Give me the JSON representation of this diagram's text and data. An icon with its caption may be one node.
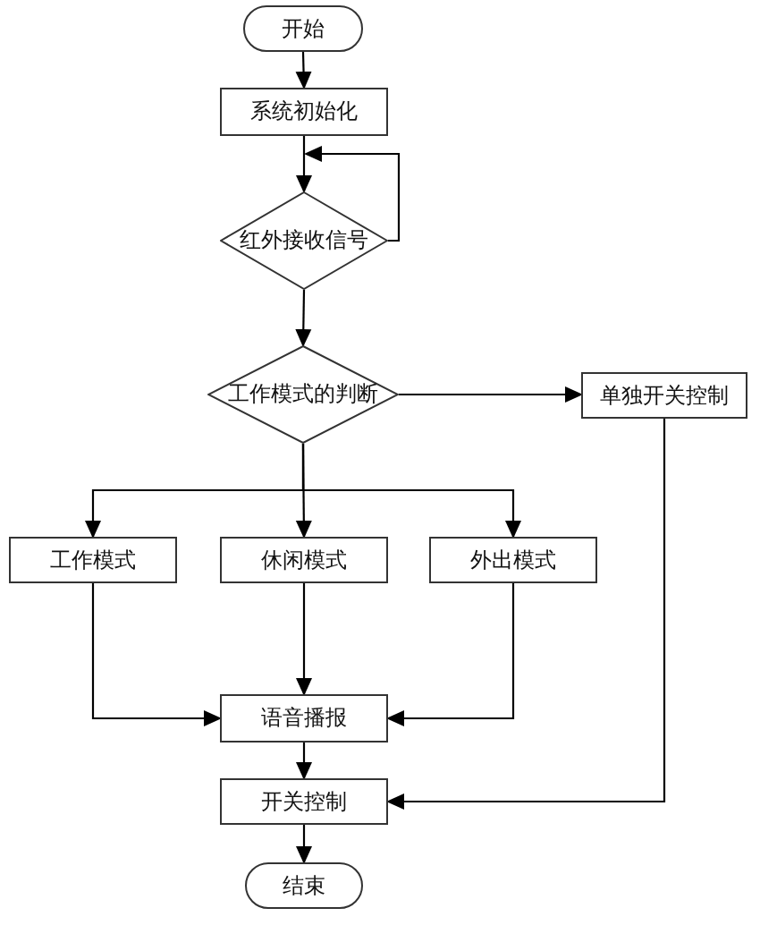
{
  "diagram": {
    "nodes": [
      {
        "text": [
          "开始"
        ]
      },
      {
        "text": [
          "系统初始化"
        ]
      },
      {
        "text": [
          "红外接收信号"
        ]
      },
      {
        "text": [
          "工作模式的判断"
        ]
      },
      {
        "text": [
          "单独开关控制"
        ]
      },
      {
        "text": [
          "工作模式"
        ]
      },
      {
        "text": [
          "休闲模式"
        ]
      },
      {
        "text": [
          "外出模式"
        ]
      },
      {
        "text": [
          "语音播报"
        ]
      },
      {
        "text": [
          "开关控制"
        ]
      },
      {
        "text": [
          "结束"
        ]
      }
    ],
    "edges": [
      {
        "from": 0,
        "to": 1,
        "arrow": "to"
      },
      {
        "from": 1,
        "to": 2,
        "arrow": "to"
      },
      {
        "from": 2,
        "to": 2,
        "arrow": "to"
      },
      {
        "from": 2,
        "to": 3,
        "arrow": "to"
      },
      {
        "from": 3,
        "to": 4,
        "arrow": "to"
      },
      {
        "from": 3,
        "to": 5,
        "arrow": "to"
      },
      {
        "from": 3,
        "to": 6,
        "arrow": "to"
      },
      {
        "from": 3,
        "to": 7,
        "arrow": "to"
      },
      {
        "from": 5,
        "to": 8,
        "arrow": "to"
      },
      {
        "from": 6,
        "to": 8,
        "arrow": "to"
      },
      {
        "from": 7,
        "to": 8,
        "arrow": "to"
      },
      {
        "from": 8,
        "to": 9,
        "arrow": "to"
      },
      {
        "from": 4,
        "to": 9,
        "arrow": "to"
      },
      {
        "from": 9,
        "to": 10,
        "arrow": "to"
      }
    ]
  }
}
